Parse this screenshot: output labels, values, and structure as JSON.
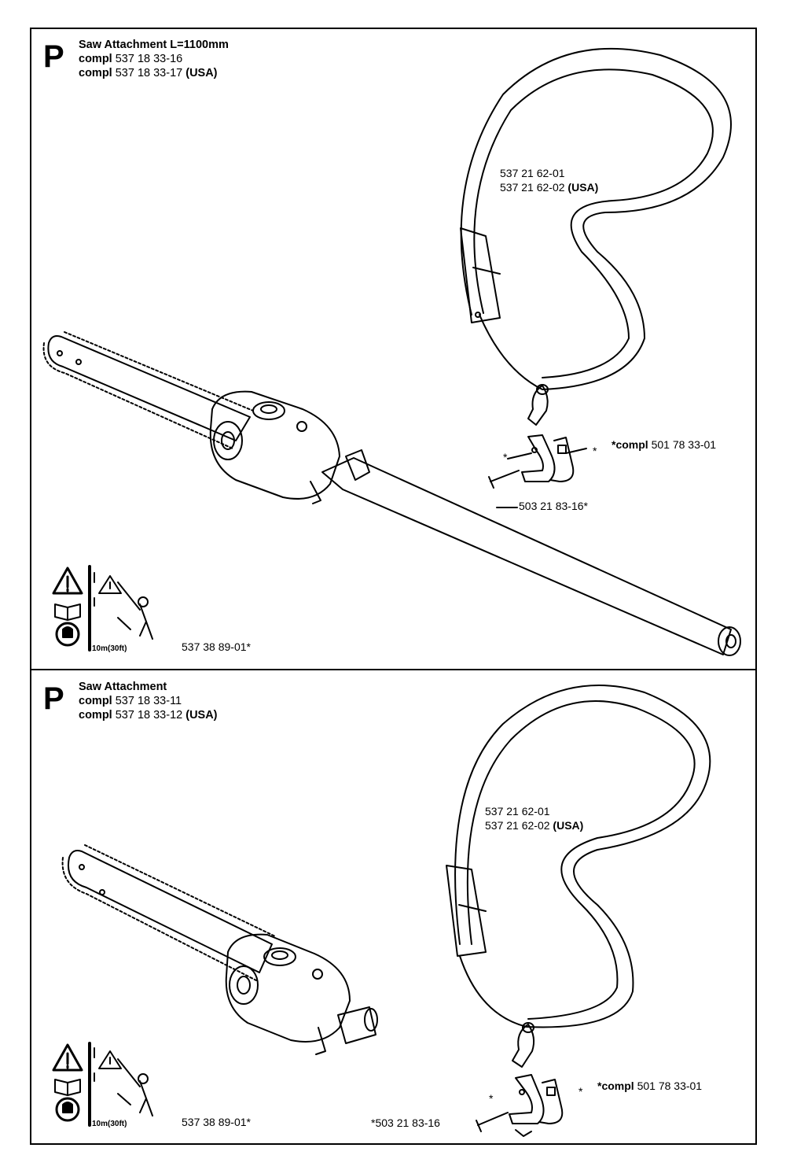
{
  "panels": [
    {
      "letter": "P",
      "title": "Saw Attachment L=1100mm",
      "lines": [
        {
          "prefix": "compl",
          "part": "537 18 33-16",
          "suffix": ""
        },
        {
          "prefix": "compl",
          "part": "537 18 33-17",
          "suffix": "(USA)"
        }
      ],
      "strap_part_1": "537 21 62-01",
      "strap_part_2": "537 21 62-02",
      "strap_part_2_suffix": "(USA)",
      "clamp_kit_prefix": "*compl",
      "clamp_kit_part": "501 78 33-01",
      "screw_part": "503 21 83-16*",
      "decal_part": "537 38 89-01*",
      "asterisk": "*",
      "decal_text": "10m(30ft)"
    },
    {
      "letter": "P",
      "title": "Saw Attachment",
      "lines": [
        {
          "prefix": "compl",
          "part": "537 18 33-11",
          "suffix": ""
        },
        {
          "prefix": "compl",
          "part": "537 18 33-12",
          "suffix": "(USA)"
        }
      ],
      "strap_part_1": "537 21 62-01",
      "strap_part_2": "537 21 62-02",
      "strap_part_2_suffix": "(USA)",
      "clamp_kit_prefix": "*compl",
      "clamp_kit_part": "501 78 33-01",
      "screw_part": "*503 21 83-16",
      "decal_part": "537 38 89-01*",
      "asterisk": "*",
      "decal_text": "10m(30ft)"
    }
  ]
}
